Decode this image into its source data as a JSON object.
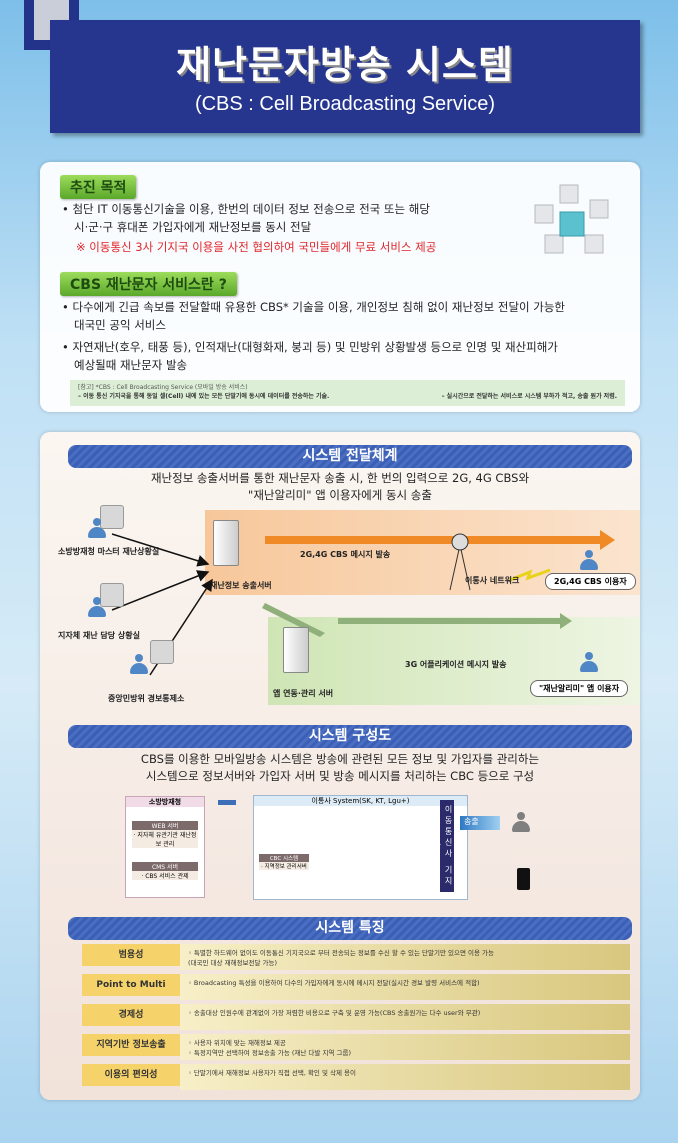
{
  "header": {
    "title": "재난문자방송 시스템",
    "subtitle": "(CBS : Cell Broadcasting Service)"
  },
  "purpose": {
    "tag": "추진 목적",
    "line1": "첨단 IT 이동통신기술을 이용, 한번의 데이터 정보 전송으로 전국 또는 해당",
    "line2": "시·군·구 휴대폰 가입자에게 재난정보를 동시 전달",
    "note": "※ 이동통신 3사 기지국 이용을 사전 협의하여 국민들에게 무료 서비스 제공"
  },
  "about": {
    "tag": "CBS 재난문자 서비스란 ?",
    "b1a": "다수에게 긴급 속보를 전달할때 유용한 CBS* 기술을 이용, 개인정보 침해 없이 재난정보 전달이 가능한",
    "b1b": "대국민 공익 서비스",
    "b2a": "자연재난(호우, 태풍 등), 인적재난(대형화재, 붕괴 등) 및 민방위 상황발생 등으로 인명 및 재산피해가",
    "b2b": "예상될때 재난문자 발송",
    "ref_title": "[참고] *CBS : Cell Broadcasting Service (모바일 방송 서비스)",
    "ref_1": "– 이동 통신 기지국을 통해 동일 셀(Cell) 내에 있는 모든 단말기에 동시에 데이터를 전송하는 기술.",
    "ref_2": "– 실시간으로 전달하는 서비스로 시스템 부하가 적고, 송출 원가 저렴."
  },
  "delivery": {
    "title": "시스템 전달체계",
    "desc1": "재난정보 송출서버를 통한 재난문자 송출 시, 한 번의 입력으로 2G, 4G CBS와",
    "desc2": "\"재난알리미\" 앱 이용자에게 동시 송출",
    "src1": "소방방재청 마스터 재난상황실",
    "src2": "지자체 재난 담당 상황실",
    "src3": "중앙민방위 경보통제소",
    "server": "재난정보 송출서버",
    "msg_cbs": "2G,4G CBS 메시지 발송",
    "network": "이통사 네트워크",
    "user_cbs": "2G,4G CBS 이용자",
    "app_server": "앱 연동·관리 서버",
    "msg_app": "3G 어플리케이션 메시지 발송",
    "user_app": "\"재난알리미\" 앱 이용자"
  },
  "composition": {
    "title": "시스템 구성도",
    "desc1": "CBS를 이용한 모바일방송 시스템은 방송에 관련된 모든 정보 및 가입자를 관리하는",
    "desc2": "시스템으로 정보서버와 가입자 서버 및 방송 메시지를 처리하는  CBC 등으로 구성",
    "agency": "소방방재청",
    "web": "WEB 서버",
    "web_desc": "· 지자체 유관기관 재난정보 관리",
    "cms": "CMS 서버",
    "cms_desc": "· CBS 서비스 관제",
    "carrier": "이통사 System(SK, KT, Lgu+)",
    "cbc": "CBC 시스템",
    "cbc_desc": "· 지역정보 관리서버",
    "station": "이동통신사 기지국",
    "send": "송출"
  },
  "features": {
    "title": "시스템 특징",
    "rows": [
      {
        "label": "범용성",
        "l1": "◦ 특별한 하드웨어 없이도 이동통신 기지국으로 부터 전송되는 정보를 수신 할 수 있는 단말기만 있으면 이용 가능",
        "l2": "(대국민 대상 재해정보전달 가능)"
      },
      {
        "label": "Point to Multi",
        "l1": "◦ Broadcasting 특성을 이용하여 다수의 가입자에게 동시에 메시지 전달(실시간 경보 발령 서비스에 적합)",
        "l2": ""
      },
      {
        "label": "경제성",
        "l1": "◦ 송출대상 인원수에 관계없이 가장 저렴한 비용으로 구축 및 운영 가능(CBS 송출원가는 다수 user와 무관)",
        "l2": ""
      },
      {
        "label": "지역기반 정보송출",
        "l1": "◦ 사용자 위치에 맞는 재해정보 제공",
        "l2": "◦ 특정지역만 선택하여 정보송출 가능 (재난 다발 지역 그룹)"
      },
      {
        "label": "이용의 편의성",
        "l1": "◦ 단말기에서 재해정보 사용자가 직접 선택, 확인 및 삭제 용이",
        "l2": ""
      }
    ]
  }
}
